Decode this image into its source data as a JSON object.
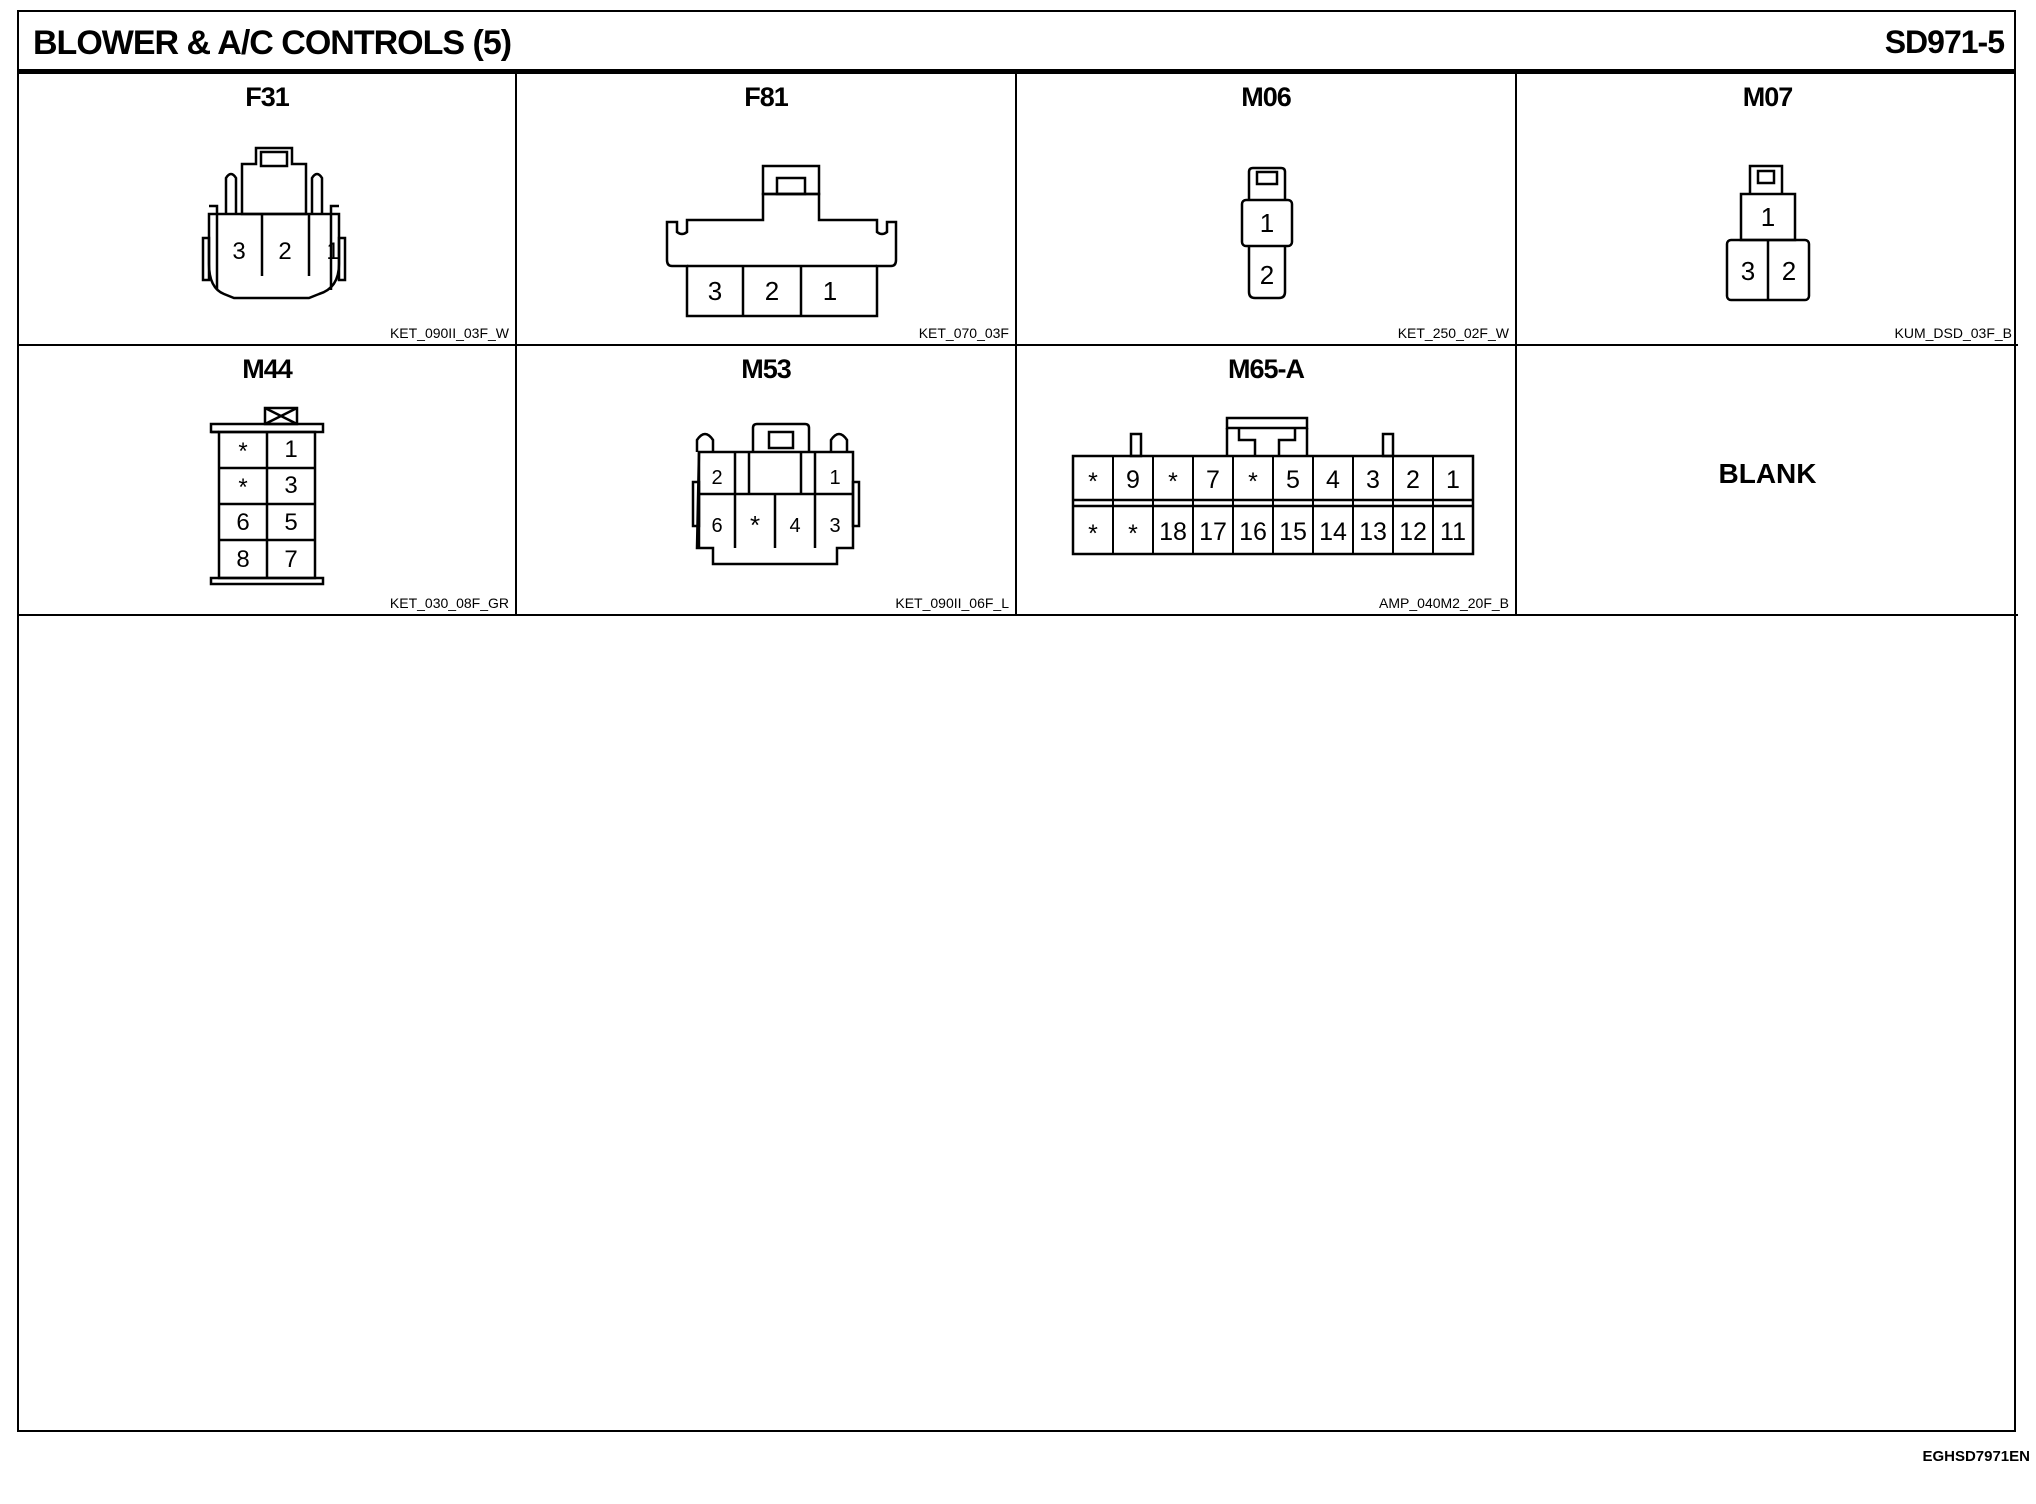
{
  "header": {
    "title": "BLOWER & A/C CONTROLS (5)",
    "code": "SD971-5"
  },
  "connectors": [
    {
      "name": "F31",
      "part": "KET_090II_03F_W",
      "pins": [
        "3",
        "2",
        "1"
      ]
    },
    {
      "name": "F81",
      "part": "KET_070_03F",
      "pins": [
        "3",
        "2",
        "1"
      ]
    },
    {
      "name": "M06",
      "part": "KET_250_02F_W",
      "pins": [
        "1",
        "2"
      ]
    },
    {
      "name": "M07",
      "part": "KUM_DSD_03F_B",
      "pins": [
        "1",
        "3",
        "2"
      ]
    },
    {
      "name": "M44",
      "part": "KET_030_08F_GR",
      "pins": [
        "*",
        "1",
        "*",
        "3",
        "6",
        "5",
        "8",
        "7"
      ]
    },
    {
      "name": "M53",
      "part": "KET_090II_06F_L",
      "pins": [
        "2",
        "1",
        "6",
        "*",
        "4",
        "3"
      ]
    },
    {
      "name": "M65-A",
      "part": "AMP_040M2_20F_B",
      "pins": [
        "*",
        "9",
        "*",
        "7",
        "*",
        "5",
        "4",
        "3",
        "2",
        "1",
        "*",
        "*",
        "18",
        "17",
        "16",
        "15",
        "14",
        "13",
        "12",
        "11"
      ]
    }
  ],
  "blank_label": "BLANK",
  "footer_code": "EGHSD7971EN"
}
